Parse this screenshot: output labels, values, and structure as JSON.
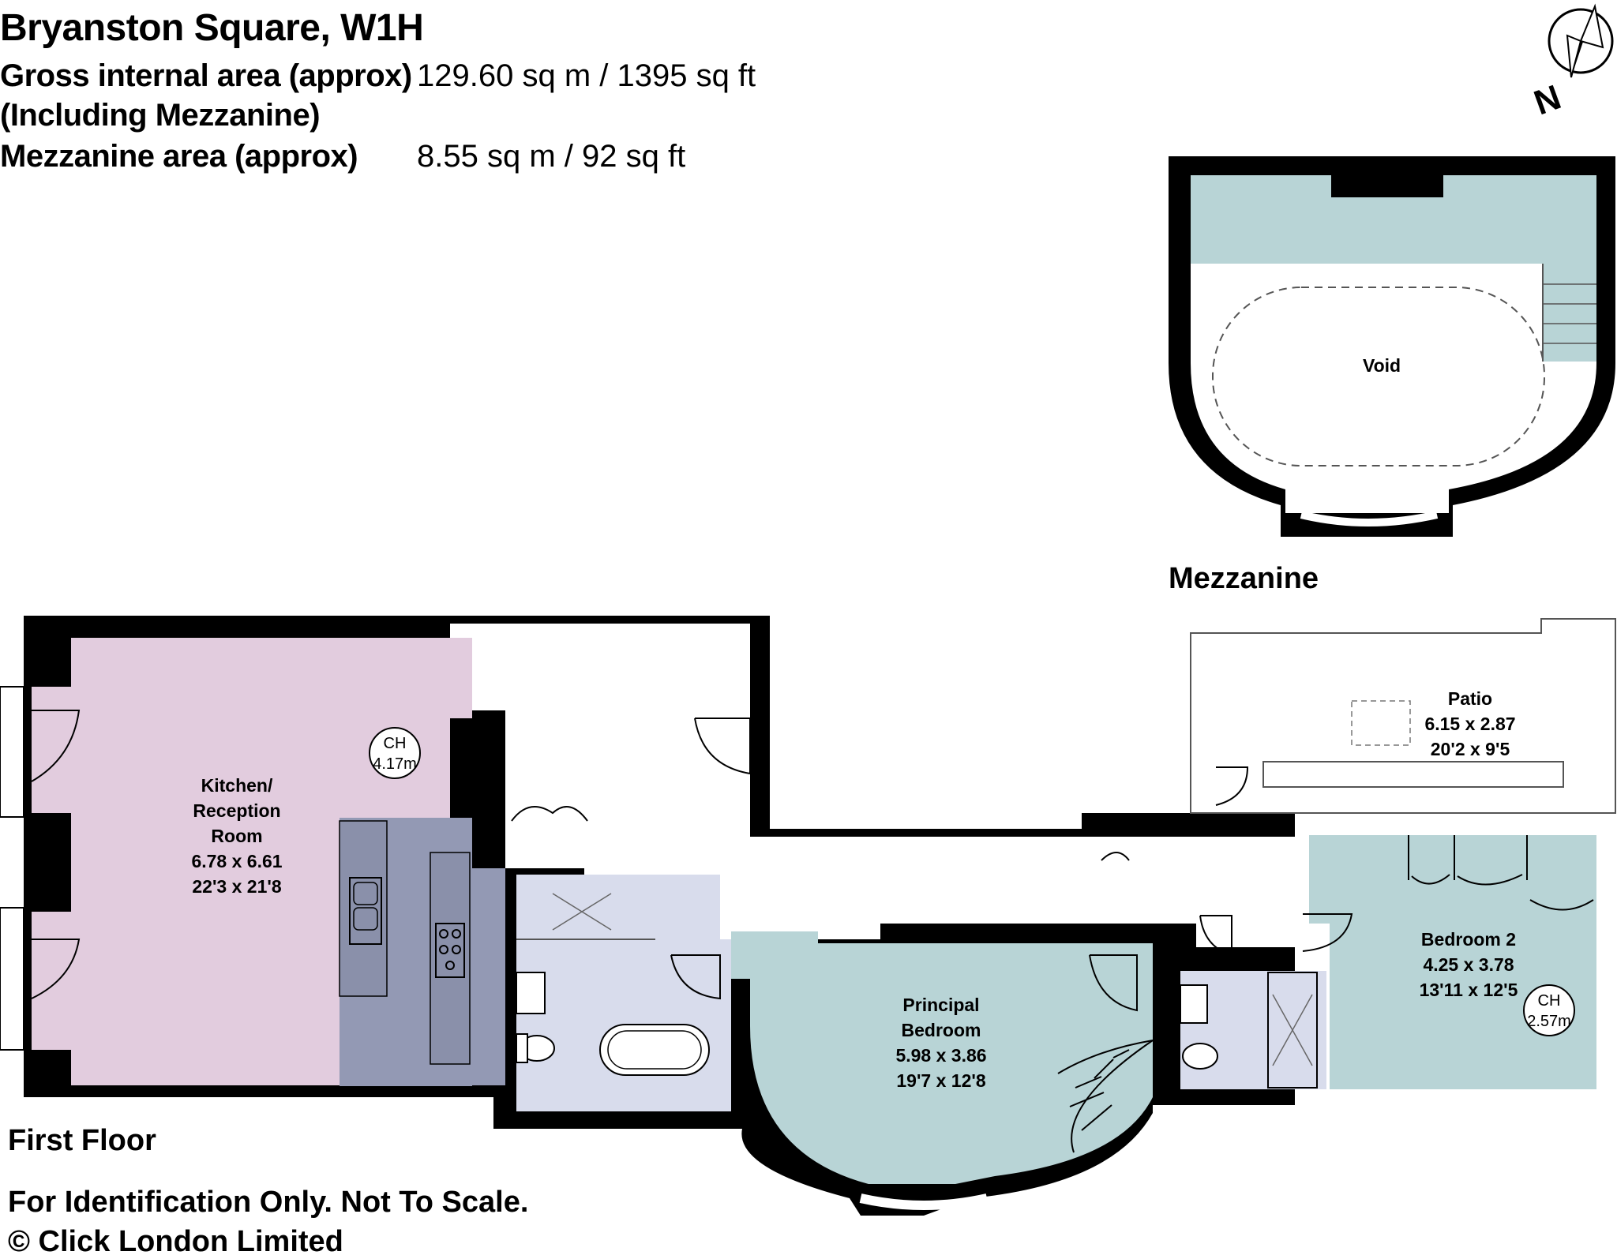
{
  "header": {
    "title": "Bryanston Square, W1H",
    "gia_label": "Gross internal area (approx)",
    "gia_note": "(Including Mezzanine)",
    "gia_value": "129.60 sq m / 1395 sq ft",
    "mezz_label": "Mezzanine area (approx)",
    "mezz_value": "8.55 sq m / 92 sq ft"
  },
  "compass": {
    "letter": "N"
  },
  "levels": {
    "mezzanine": "Mezzanine",
    "first_floor": "First Floor"
  },
  "rooms": {
    "void": "Void",
    "kitchen": {
      "name1": "Kitchen/",
      "name2": "Reception",
      "name3": "Room",
      "metric": "6.78 x 6.61",
      "imperial": "22'3 x 21'8"
    },
    "principal": {
      "name1": "Principal",
      "name2": "Bedroom",
      "metric": "5.98 x 3.86",
      "imperial": "19'7 x 12'8"
    },
    "bedroom2": {
      "name": "Bedroom 2",
      "metric": "4.25 x 3.78",
      "imperial": "13'11 x 12'5"
    },
    "patio": {
      "name": "Patio",
      "metric": "6.15 x 2.87",
      "imperial": "20'2 x 9'5"
    }
  },
  "ceiling_heights": {
    "kitchen": {
      "label": "CH",
      "value": "4.17m"
    },
    "bedroom2": {
      "label": "CH",
      "value": "2.57m"
    }
  },
  "footer": {
    "disclaimer": "For Identification Only. Not To Scale.",
    "copyright": "© Click London Limited"
  },
  "colors": {
    "wall": "#000000",
    "kitchen": "#e2ccde",
    "island": "#9399b4",
    "bedroom": "#b8d4d6",
    "bathroom": "#d8dcec",
    "mezzanine_floor": "#b8d4d6"
  }
}
